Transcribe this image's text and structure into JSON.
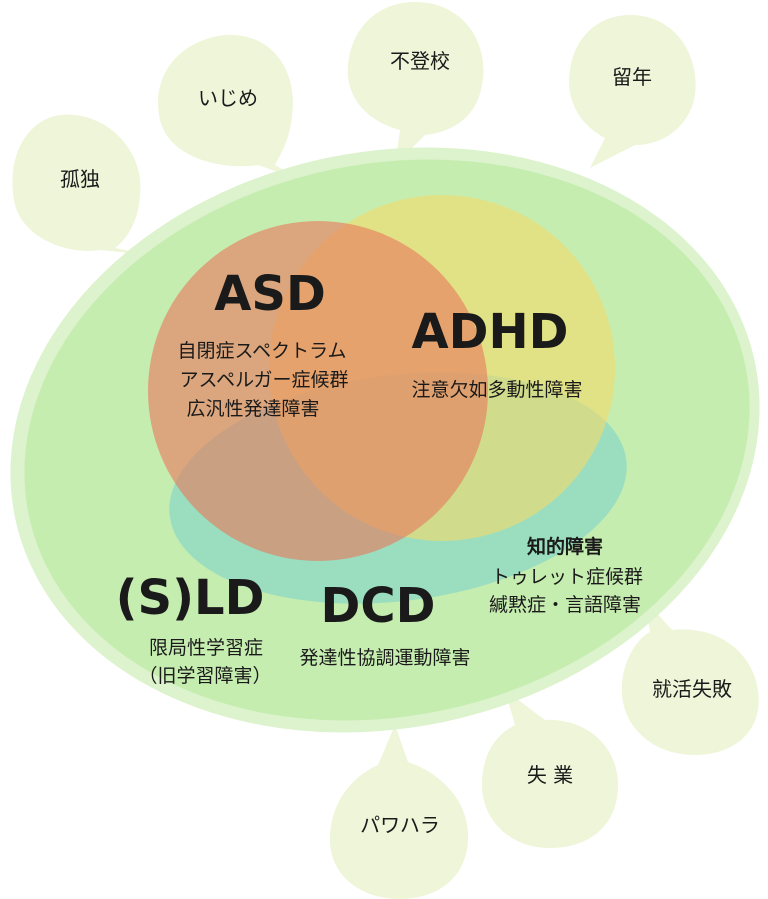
{
  "bubbles": {
    "isolation": "孤独",
    "bullying": "いじめ",
    "school_refusal": "不登校",
    "held_back": "留年",
    "job_hunt_failure": "就活失敗",
    "unemployment": "失 業",
    "power_harassment": "パワハラ"
  },
  "asd": {
    "title": "ASD",
    "lines": [
      "自閉症スペクトラム",
      "アスペルガー症候群",
      "広汎性発達障害"
    ]
  },
  "adhd": {
    "title": "ADHD",
    "lines": [
      "注意欠如多動性障害"
    ]
  },
  "sld": {
    "title": "(S)LD",
    "lines": [
      "限局性学習症",
      "（旧学習障害）"
    ]
  },
  "dcd": {
    "title": "DCD",
    "lines": [
      "発達性協調運動障害"
    ]
  },
  "other": {
    "title": "知的障害",
    "lines": [
      "トゥレット症候群",
      "緘黙症・言語障害"
    ]
  },
  "colors": {
    "outer": "#c6edb0",
    "outer_border": "#dcf3cd",
    "bubble": "#eef5d8",
    "asd": "#e87a5e",
    "adhd": "#f2dc6a",
    "dcd_sld": "#7fd5c8",
    "text": "#1a1a1a"
  }
}
